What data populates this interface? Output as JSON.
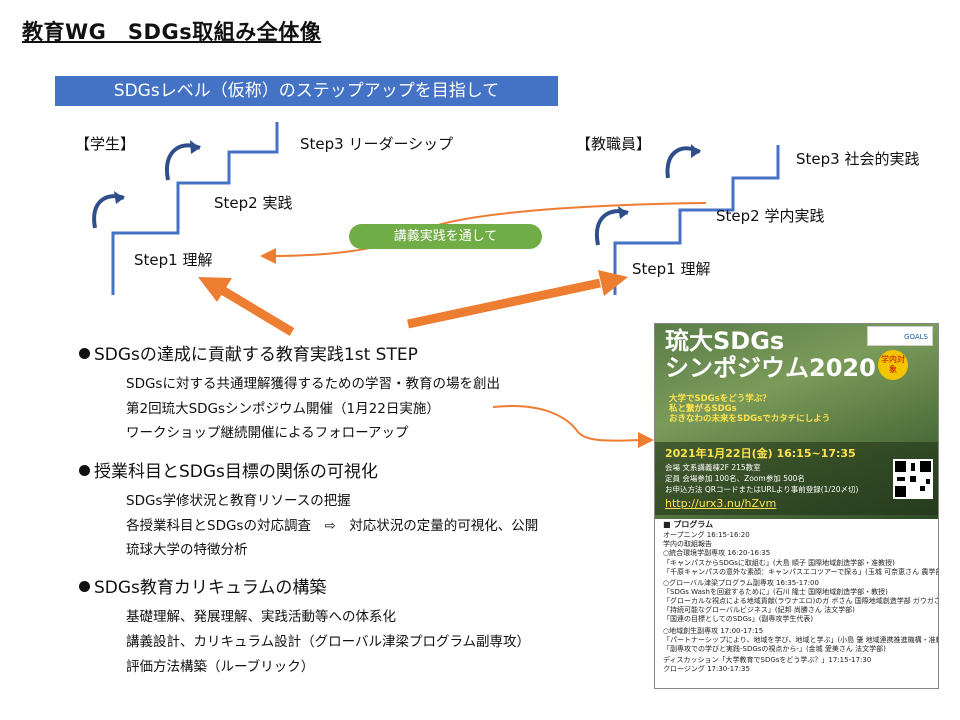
{
  "title": "教育WG　SDGs取組み全体像",
  "banner": "SDGsレベル（仮称）のステップアップを目指して",
  "students": {
    "label": "【学生】",
    "step3": "Step3 リーダーシップ",
    "step2": "Step2 実践",
    "step1": "Step1 理解"
  },
  "staff": {
    "label": "【教職員】",
    "step3": "Step3 社会的実践",
    "step2": "Step2 学内実践",
    "step1": "Step1 理解"
  },
  "connector_label": "講義実践を通して",
  "sections": [
    {
      "heading": "SDGsの達成に貢献する教育実践1st  STEP",
      "items": [
        "SDGsに対する共通理解獲得するための学習・教育の場を創出",
        "第2回琉大SDGsシンポジウム開催（1月22日実施）",
        "ワークショップ継続開催によるフォローアップ"
      ]
    },
    {
      "heading": "授業科目とSDGs目標の関係の可視化",
      "items": [
        "SDGs学修状況と教育リソースの把握",
        "各授業科目とSDGsの対応調査　⇨　対応状況の定量的可視化、公開",
        "琉球大学の特徴分析"
      ]
    },
    {
      "heading": "SDGs教育カリキュラムの構築",
      "items": [
        "基礎理解、発展理解、実践活動等への体系化",
        "講義設計、カリキュラム設計（グローバル津梁プログラム副専攻）",
        "評価方法構築（ルーブリック）"
      ]
    }
  ],
  "poster": {
    "title_line1": "琉大SDGs",
    "title_line2": "シンポジウム2020",
    "badge": "学内対象",
    "sdgs_logo": "GOALS",
    "qa1": "大学でSDGsをどう学ぶ？",
    "qa2": "私と繋がるSDGs",
    "qa3": "おきなわの未来をSDGsでカタチにしよう",
    "date": "2021年1月22日(金)  16:15~17:35",
    "venue": "会場  文系講義棟2F  215教室",
    "capacity": "定員  会場参加 100名、Zoom参加 500名",
    "apply": "お申込方法  QRコードまたはURLより事前登録(1/20〆切)",
    "url": "http://urx3.nu/hZvm",
    "program_head": "■ プログラム",
    "program": [
      "オープニング  16:15-16:20",
      "学内の取組報告",
      "○統合環境学副専攻  16:20-16:35",
      "「キャンパスからSDGsに取組む」(大島 順子  国際地域創造学部・准教授)",
      "「千原キャンパスの意外な素顔：キャンパスエコツアーで探る」(玉城 可奈恵さん 農学部)",
      "○グローバル津梁プログラム副専攻  16:35-17:00",
      "「SDGs Washを回避するために」(石川 隆士  国際地域創造学部・教授)",
      "「グローカルな視点による地域貢献(ラウナエロ)のガ ボさん 国際地域創造学部 ガウガさん)",
      "「持続可能なグローバルビジネス」(紀邦 尚勝さん 法文学部)",
      "「国連の目標としてのSDGs」(副専攻学生代表)",
      "○地域創生副専攻  17:00-17:15",
      "「パートナーシップにより、地域を学び、地域と学ぶ」(小島 肇  地域連携推進機構・准教授)",
      "「副専攻での学びと実践-SDGsの視点から-」(金城 愛美さん 法文学部)",
      "ディスカッション「大学教育でSDGsをどう学ぶ？」17:15-17:30",
      "クロージング  17:30-17:35"
    ]
  },
  "colors": {
    "banner_bg": "#4472c4",
    "stair_line": "#4472c4",
    "arrow_orange": "#ed7d31",
    "pill_green": "#70ad47"
  }
}
